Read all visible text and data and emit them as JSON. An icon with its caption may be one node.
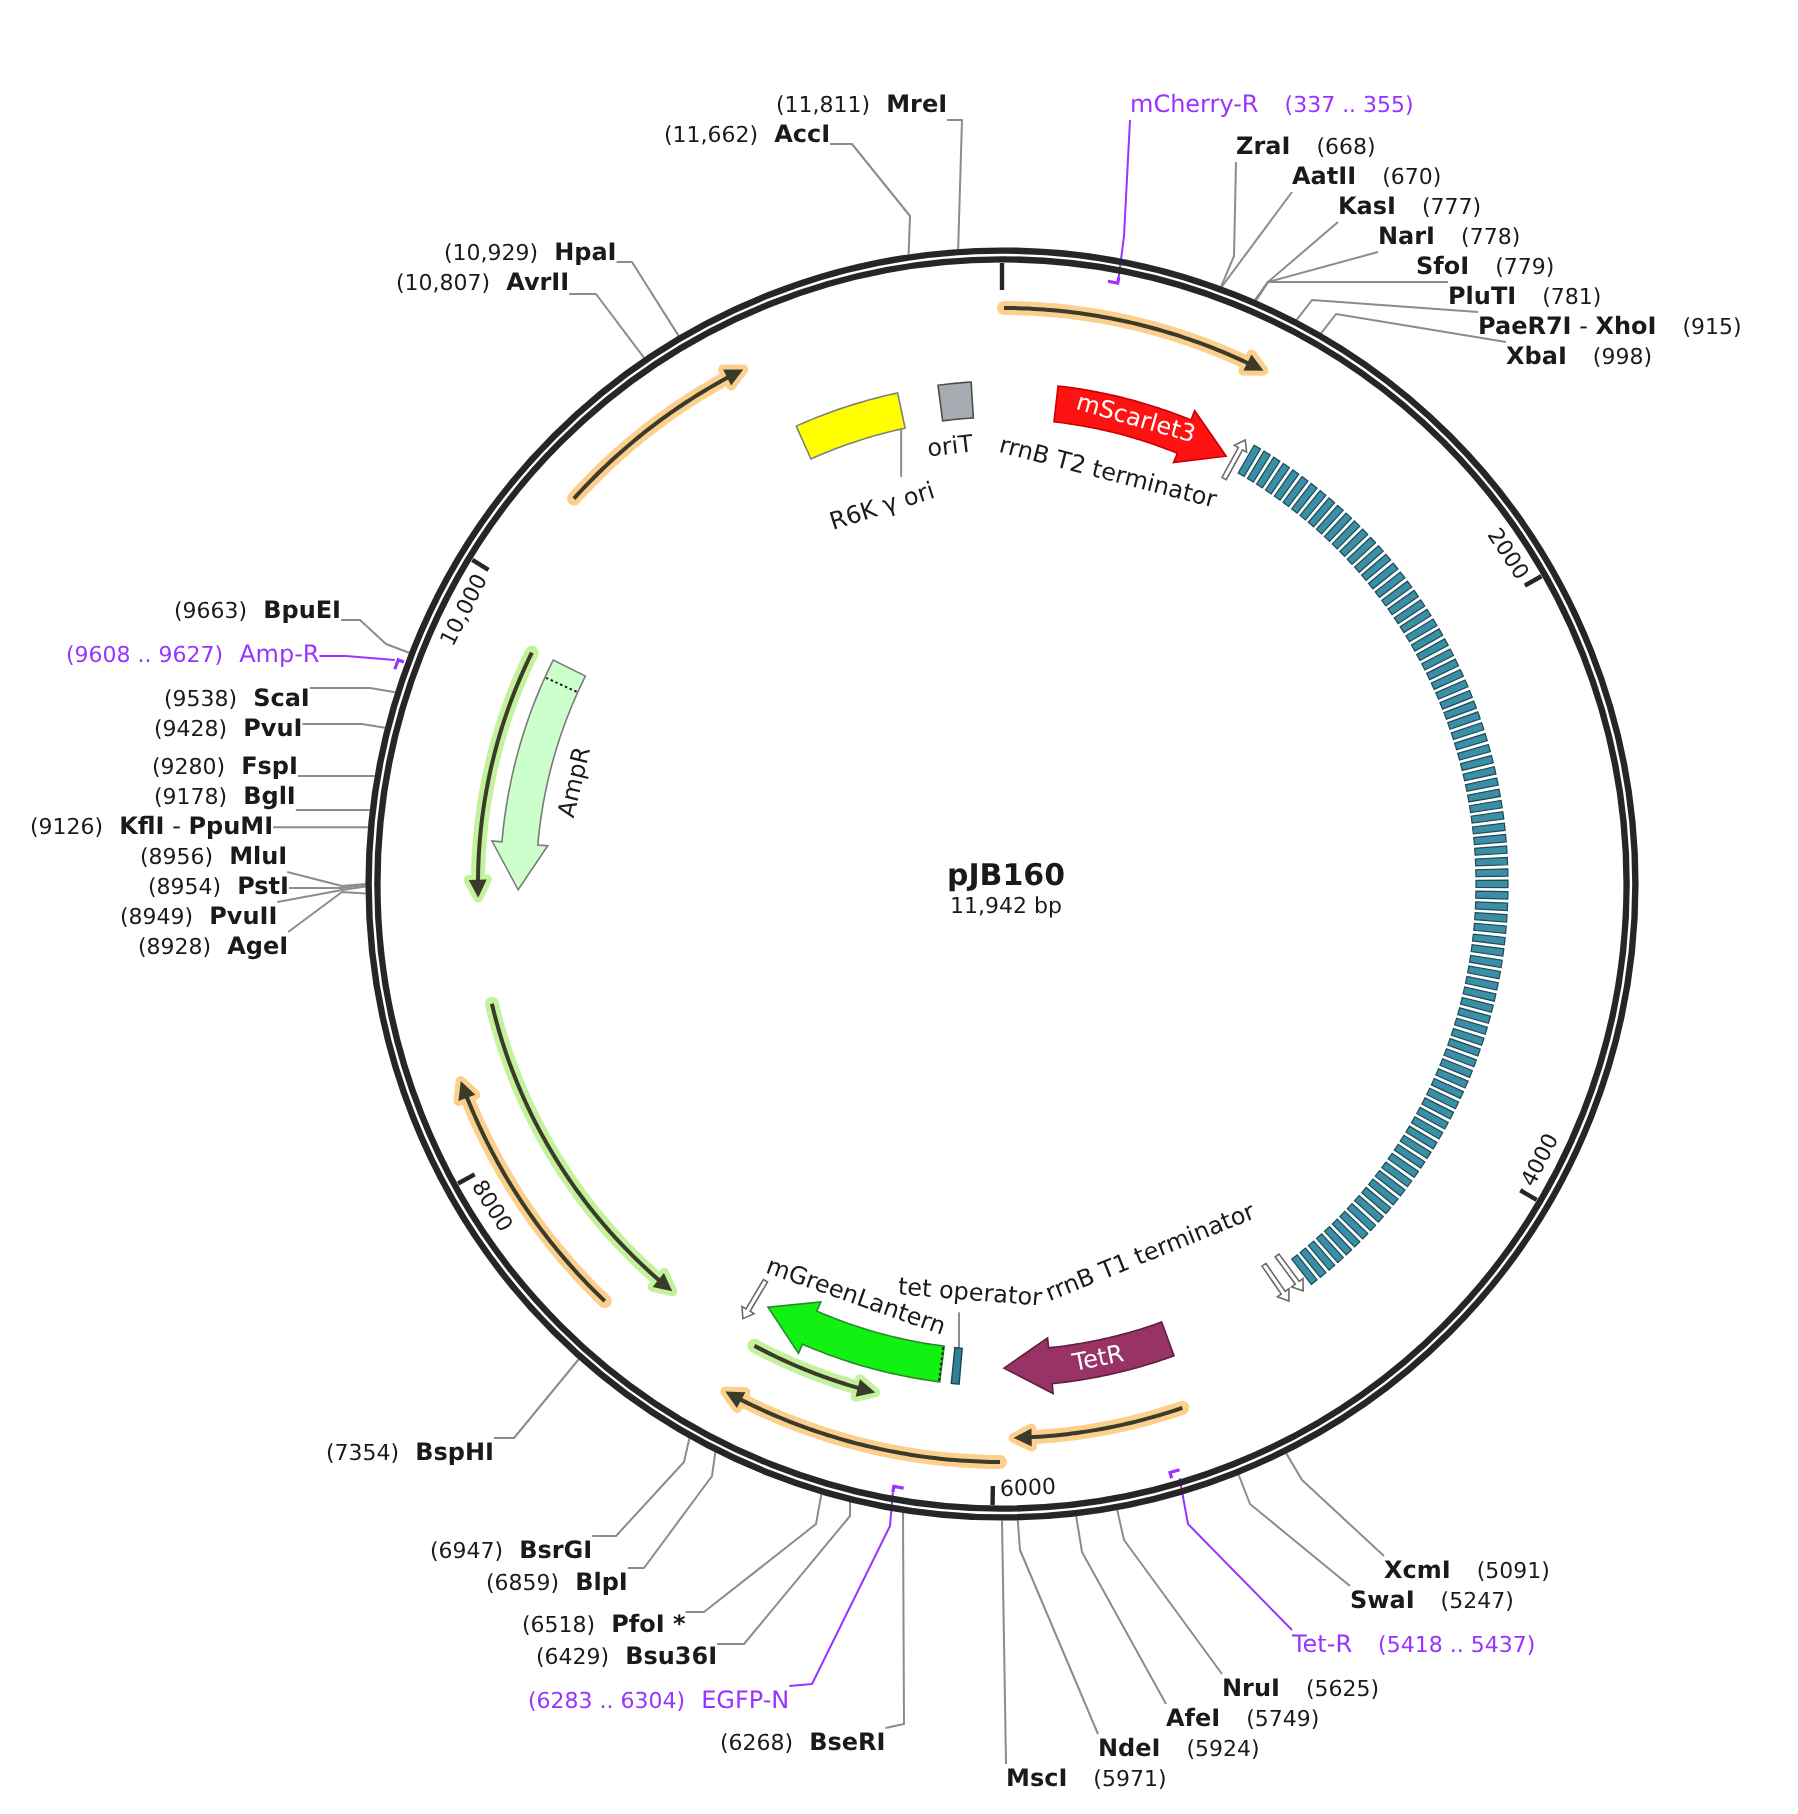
{
  "diagram": {
    "title": "pJB160",
    "nodes": [
      {
        "text": [],
        "shape": "circle"
      },
      {
        "text": [
          "mCherry-R",
          "(337 .. 355)"
        ]
      },
      {
        "text": [],
        "shape": "bar",
        "in": 0
      },
      {
        "text": [
          "ZraI",
          "(668)"
        ]
      },
      {
        "text": [
          "AatII",
          "(670)"
        ]
      },
      {
        "text": [
          "KasI",
          "(777)"
        ]
      },
      {
        "text": [
          "NarI",
          "(778)"
        ]
      },
      {
        "text": [
          "SfoI",
          "(779)"
        ]
      },
      {
        "text": [
          "PluTI",
          "(781)"
        ]
      },
      {
        "text": [
          "**PaeR7I** - **XhoI**",
          "(915)"
        ]
      },
      {
        "text": [
          "XbaI",
          "(998)"
        ]
      },
      {
        "text": [
          "XcmI",
          "(5091)"
        ]
      },
      {
        "text": [
          "SwaI",
          "(5247)"
        ]
      },
      {
        "text": [
          "Tet-R",
          "(5418 .. 5437)"
        ]
      },
      {
        "text": [],
        "shape": "bar",
        "in": 0
      },
      {
        "text": [
          "NruI",
          "(5625)"
        ]
      },
      {
        "text": [
          "AfeI",
          "(5749)"
        ]
      },
      {
        "text": [
          "NdeI",
          "(5924)"
        ]
      },
      {
        "text": [
          "MscI",
          "(5971)"
        ]
      },
      {
        "text": [
          "(6268)",
          "BseRI"
        ]
      },
      {
        "text": [
          "(6283 .. 6304)",
          "EGFP-N"
        ]
      },
      {
        "text": [],
        "shape": "bar",
        "in": 0
      },
      {
        "text": [
          "(6429)",
          "Bsu36I"
        ]
      },
      {
        "text": [
          "(6518)",
          "PfoI *"
        ]
      },
      {
        "text": [
          "(6859)",
          "BlpI"
        ]
      },
      {
        "text": [
          "(6947)",
          "BsrGI"
        ]
      },
      {
        "text": [
          "(7354)",
          "BspHI"
        ]
      },
      {
        "text": [
          "(8928)",
          "AgeI"
        ]
      },
      {
        "text": [
          "(8949)",
          "PvuII"
        ]
      },
      {
        "text": [
          "(8954)",
          "PstI"
        ]
      },
      {
        "text": [
          "(8956)",
          "MluI"
        ]
      },
      {
        "text": [
          "(9126)",
          "**KflI** - **PpuMI**"
        ]
      },
      {
        "text": [
          "(9178)",
          "BglI"
        ]
      },
      {
        "text": [
          "(9280)",
          "FspI"
        ]
      },
      {
        "text": [
          "(9428)",
          "PvuI"
        ]
      },
      {
        "text": [
          "(9538)",
          "ScaI"
        ]
      },
      {
        "text": [
          "(9608 .. 9627)",
          "Amp-R"
        ]
      },
      {
        "text": [],
        "shape": "bar"
      },
      {
        "text": [
          "(9663)",
          "BpuEI"
        ]
      },
      {
        "text": [
          "(10,807)",
          "AvrII"
        ]
      },
      {
        "text": [
          "(10,929)",
          "HpaI"
        ]
      },
      {
        "text": [
          "(11,662)",
          "AccI"
        ]
      },
      {
        "text": [
          "(11,811)",
          "MreI"
        ]
      },
      {
        "text": [
          "mScarlet3"
        ],
        "in": 0
      },
      {
        "text": [
          "rrnB T2 terminator"
        ],
        "in": 0
      },
      {
        "text": [],
        "shape": "bar",
        "in": 0
      },
      {
        "text": [
          "rrnB T1 terminator"
        ],
        "in": 0
      },
      {
        "text": [
          "TetR"
        ],
        "in": 0
      },
      {
        "text": [
          "tet operator"
        ],
        "in": 0
      },
      {
        "text": [],
        "shape": "bar",
        "in": 0
      },
      {
        "text": [
          "mGreenLantern"
        ],
        "in": 0
      },
      {
        "text": [],
        "shape": "arrow",
        "in": 0
      },
      {
        "text": [
          "AmpR"
        ],
        "in": 0
      },
      {
        "text": [
          "R6K γ ori"
        ],
        "in": 0
      },
      {
        "text": [],
        "shape": "box",
        "in": 0
      },
      {
        "text": [
          "oriT"
        ],
        "in": 0
      },
      {
        "text": [],
        "shape": "arrow",
        "in": 0
      },
      {
        "text": [],
        "shape": "arrow",
        "in": 0
      },
      {
        "text": [],
        "shape": "arrow",
        "in": 0
      },
      {
        "text": [],
        "shape": "arrow",
        "in": 0
      },
      {
        "text": [],
        "shape": "arrow",
        "in": 0
      },
      {
        "text": [],
        "shape": "arrow",
        "in": 0
      },
      {
        "text": [],
        "shape": "arrow",
        "in": 0
      },
      {
        "text": [],
        "shape": "arrow",
        "in": 0
      }
    ],
    "edges": [
      {
        "from": 1,
        "to": 2,
        "arrow": "none",
        "color": "#9933ff"
      },
      {
        "from": 3,
        "to": 0,
        "arrow": "none"
      },
      {
        "from": 4,
        "to": 0,
        "arrow": "none"
      },
      {
        "from": 5,
        "to": 0,
        "arrow": "none"
      },
      {
        "from": 6,
        "to": 0,
        "arrow": "none"
      },
      {
        "from": 7,
        "to": 0,
        "arrow": "none"
      },
      {
        "from": 8,
        "to": 0,
        "arrow": "none"
      },
      {
        "from": 9,
        "to": 0,
        "arrow": "none"
      },
      {
        "from": 10,
        "to": 0,
        "arrow": "none"
      },
      {
        "from": 11,
        "to": 0,
        "arrow": "none"
      },
      {
        "from": 12,
        "to": 0,
        "arrow": "none"
      },
      {
        "from": 13,
        "to": 14,
        "arrow": "none",
        "color": "#9933ff"
      },
      {
        "from": 15,
        "to": 0,
        "arrow": "none"
      },
      {
        "from": 16,
        "to": 0,
        "arrow": "none"
      },
      {
        "from": 17,
        "to": 0,
        "arrow": "none"
      },
      {
        "from": 18,
        "to": 0,
        "arrow": "none"
      },
      {
        "from": 19,
        "to": 0,
        "arrow": "none"
      },
      {
        "from": 20,
        "to": 21,
        "arrow": "none",
        "color": "#9933ff"
      },
      {
        "from": 22,
        "to": 0,
        "arrow": "none"
      },
      {
        "from": 23,
        "to": 0,
        "arrow": "none"
      },
      {
        "from": 24,
        "to": 0,
        "arrow": "none"
      },
      {
        "from": 25,
        "to": 0,
        "arrow": "none"
      },
      {
        "from": 26,
        "to": 0,
        "arrow": "none"
      },
      {
        "from": 27,
        "to": 0,
        "arrow": "none"
      },
      {
        "from": 28,
        "to": 0,
        "arrow": "none"
      },
      {
        "from": 29,
        "to": 0,
        "arrow": "none"
      },
      {
        "from": 30,
        "to": 0,
        "arrow": "none"
      },
      {
        "from": 31,
        "to": 0,
        "arrow": "none"
      },
      {
        "from": 32,
        "to": 0,
        "arrow": "none"
      },
      {
        "from": 33,
        "to": 0,
        "arrow": "none"
      },
      {
        "from": 34,
        "to": 0,
        "arrow": "none"
      },
      {
        "from": 35,
        "to": 0,
        "arrow": "none"
      },
      {
        "from": 36,
        "to": 37,
        "arrow": "none",
        "color": "#9933ff"
      },
      {
        "from": 38,
        "to": 0,
        "arrow": "none"
      },
      {
        "from": 39,
        "to": 0,
        "arrow": "none"
      },
      {
        "from": 40,
        "to": 0,
        "arrow": "none"
      },
      {
        "from": 41,
        "to": 0,
        "arrow": "none"
      },
      {
        "from": 42,
        "to": 0,
        "arrow": "none"
      },
      {
        "from": 48,
        "to": 49,
        "arrow": "none"
      },
      {
        "from": 53,
        "to": 54,
        "arrow": "none"
      }
    ],
    "labels": [
      "11,942 bp",
      "2000",
      "4000",
      "6000",
      "8000",
      "10,000"
    ]
  }
}
